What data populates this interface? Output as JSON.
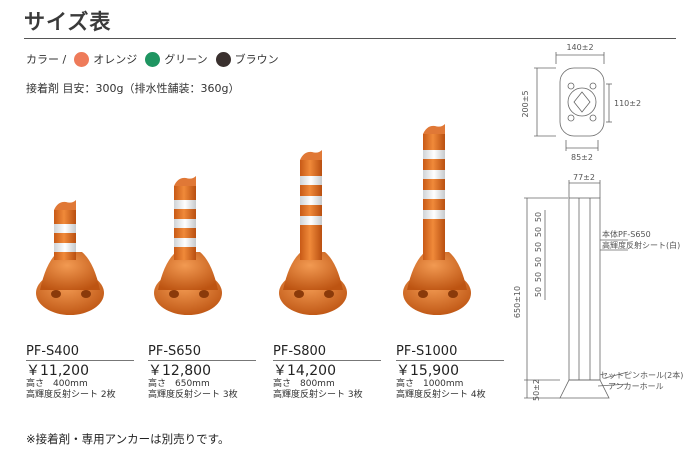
{
  "title": "サイズ表",
  "color_label": "カラー /",
  "colors": [
    {
      "name": "オレンジ",
      "hex": "#ee7b5a"
    },
    {
      "name": "グリーン",
      "hex": "#1f9561"
    },
    {
      "name": "ブラウン",
      "hex": "#3a302e"
    }
  ],
  "adhesive": "接着剤 目安：300g（排水性舗装：360g）",
  "products": [
    {
      "model": "PF-S400",
      "price": "￥11,200",
      "height": "高さ　400mm",
      "sheet": "高輝度反射シート 2枚"
    },
    {
      "model": "PF-S650",
      "price": "￥12,800",
      "height": "高さ　650mm",
      "sheet": "高輝度反射シート 3枚"
    },
    {
      "model": "PF-S800",
      "price": "￥14,200",
      "height": "高さ　800mm",
      "sheet": "高輝度反射シート 3枚"
    },
    {
      "model": "PF-S1000",
      "price": "￥15,900",
      "height": "高さ　1000mm",
      "sheet": "高輝度反射シート 4枚"
    }
  ],
  "footnote": "※接着剤・専用アンカーは別売りです。",
  "diagram": {
    "base_width": "140±2",
    "base_depth": "200±5",
    "base_inner": "110±2",
    "base_bottom": "85±2",
    "post_width": "77±2",
    "post_height": "650±10",
    "base_height": "50±2",
    "band_labels": [
      "50",
      "50",
      "50",
      "50",
      "50",
      "50"
    ],
    "label_body": "本体PF-S650",
    "label_sheet": "高輝度反射シート(白)",
    "label_pin": "セットピンホール(2本)",
    "label_anchor": "アンカーホール"
  }
}
